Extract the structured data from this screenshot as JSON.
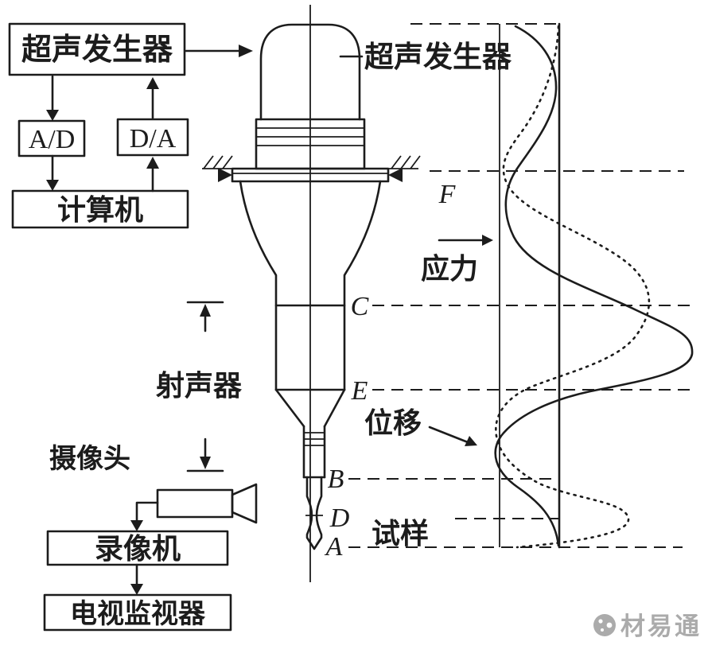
{
  "colors": {
    "ink": "#1c1c1c",
    "background": "#ffffff",
    "watermark": "#ababab"
  },
  "flowchart": {
    "generator": "超声发生器",
    "ad": "A/D",
    "da": "D/A",
    "computer": "计算机",
    "camera": "摄像头",
    "recorder": "录像机",
    "monitor": "电视监视器"
  },
  "apparatus": {
    "generator_callout": "超声发生器",
    "horn": "射声器",
    "specimen": "试样",
    "points": {
      "f": "F",
      "c": "C",
      "e": "E",
      "b": "B",
      "d": "D",
      "a": "A"
    }
  },
  "graph": {
    "stress": "应力",
    "displacement": "位移"
  },
  "watermark": {
    "brand": "材易通"
  }
}
